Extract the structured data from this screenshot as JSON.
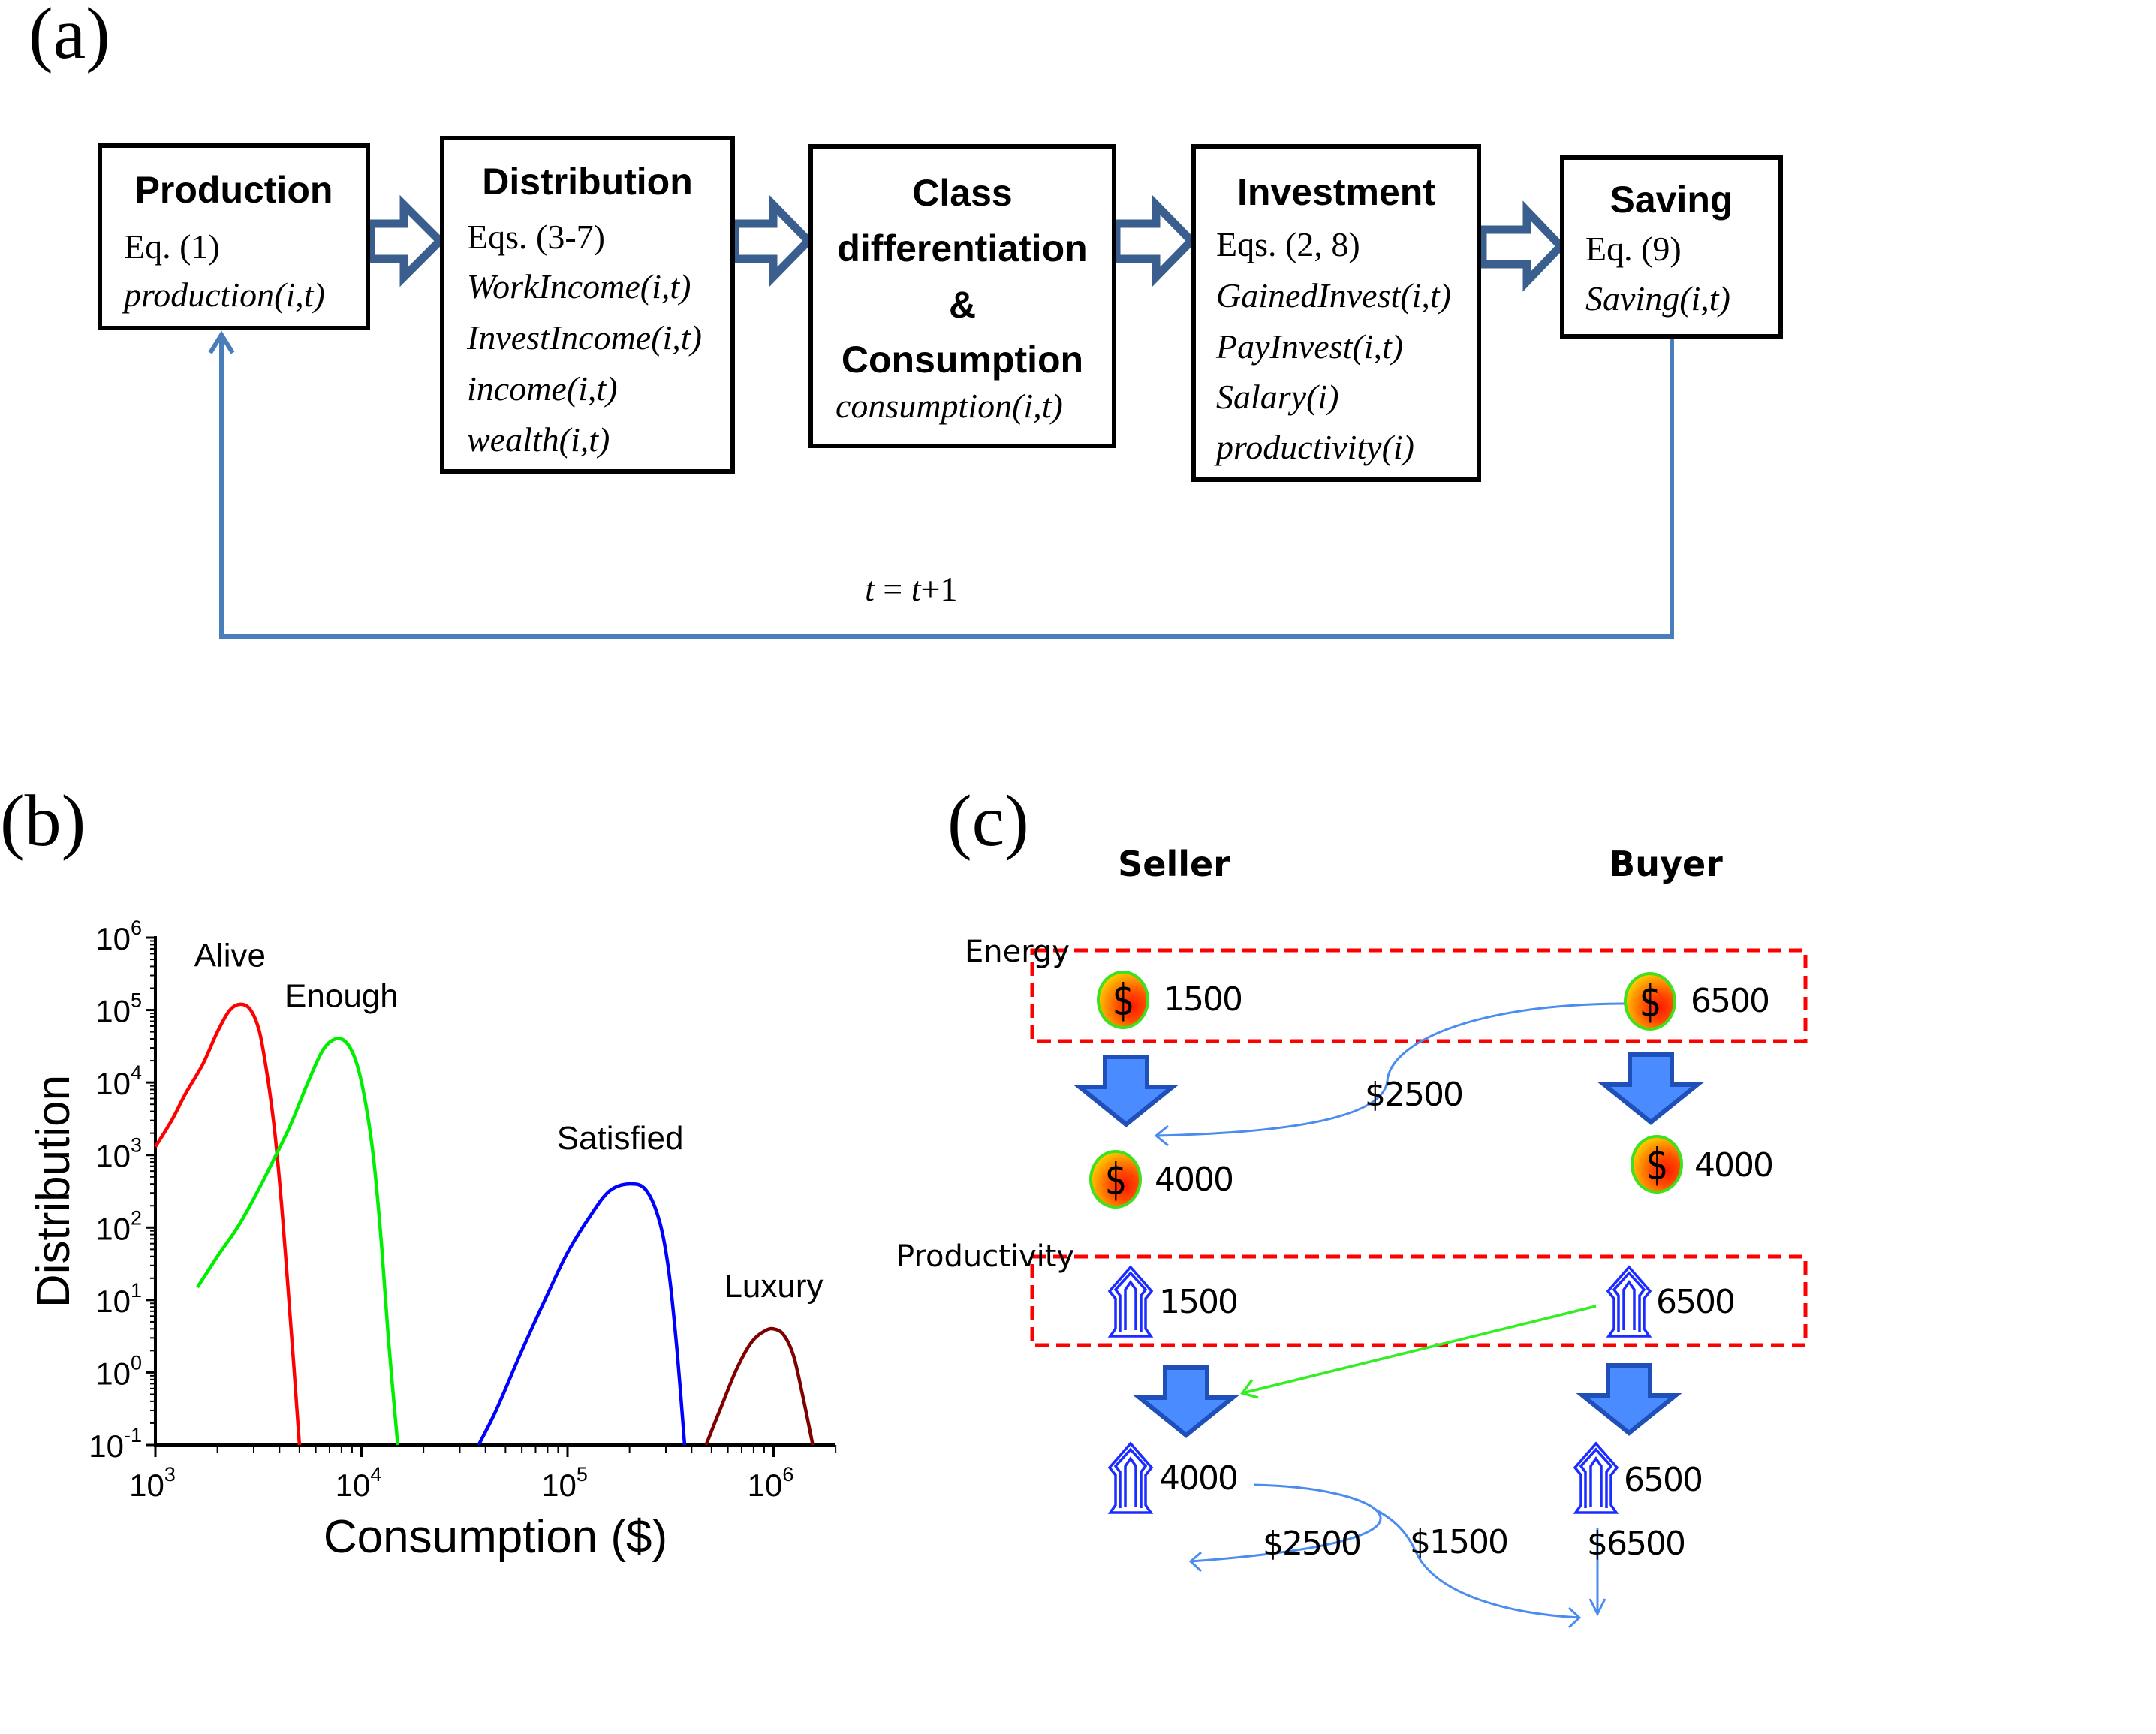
{
  "panel_a": {
    "label": "(a)",
    "boxes": [
      {
        "title": "Production",
        "lines": [
          {
            "text": "Eq. (1)",
            "italic": false
          },
          {
            "text": "production(i,t)",
            "italic": true
          }
        ]
      },
      {
        "title": "Distribution",
        "lines": [
          {
            "text": "Eqs. (3-7)",
            "italic": false
          },
          {
            "text": "WorkIncome(i,t)",
            "italic": true
          },
          {
            "text": "InvestIncome(i,t)",
            "italic": true
          },
          {
            "text": "income(i,t)",
            "italic": true
          },
          {
            "text": "wealth(i,t)",
            "italic": true
          }
        ]
      },
      {
        "title_lines": [
          "Class",
          "differentiation",
          "&",
          "Consumption"
        ],
        "lines": [
          {
            "text": "consumption(i,t)",
            "italic": true
          }
        ]
      },
      {
        "title": "Investment",
        "lines": [
          {
            "text": "Eqs. (2, 8)",
            "italic": false
          },
          {
            "text": "GainedInvest(i,t)",
            "italic": true
          },
          {
            "text": "PayInvest(i,t)",
            "italic": true
          },
          {
            "text": "Salary(i)",
            "italic": true
          },
          {
            "text": "productivity(i)",
            "italic": true
          }
        ]
      },
      {
        "title": "Saving",
        "lines": [
          {
            "text": "Eq. (9)",
            "italic": false
          },
          {
            "text": "Saving(i,t)",
            "italic": true
          }
        ]
      }
    ],
    "loop_label": {
      "lhs": "t",
      "eq": " = ",
      "rhs_var": "t",
      "rhs_rest": "+1"
    },
    "colors": {
      "flow_arrow": "#3a5f8f",
      "loop_line": "#4a7ebb",
      "box_border": "#000000"
    }
  },
  "panel_b": {
    "label": "(b)"
  },
  "chart_data": {
    "type": "line",
    "title": "",
    "xlabel": "Consumption ($)",
    "ylabel": "Distribution",
    "xscale": "log",
    "yscale": "log",
    "xlim": [
      1000,
      2000000
    ],
    "ylim": [
      0.1,
      1000000
    ],
    "xticks": [
      {
        "value": 1000,
        "base": "10",
        "exp": "3"
      },
      {
        "value": 10000,
        "base": "10",
        "exp": "4"
      },
      {
        "value": 100000,
        "base": "10",
        "exp": "5"
      },
      {
        "value": 1000000,
        "base": "10",
        "exp": "6"
      }
    ],
    "yticks": [
      {
        "value": 0.1,
        "base": "10",
        "exp": "-1"
      },
      {
        "value": 1,
        "base": "10",
        "exp": "0"
      },
      {
        "value": 10,
        "base": "10",
        "exp": "1"
      },
      {
        "value": 100,
        "base": "10",
        "exp": "2"
      },
      {
        "value": 1000,
        "base": "10",
        "exp": "3"
      },
      {
        "value": 10000,
        "base": "10",
        "exp": "4"
      },
      {
        "value": 100000,
        "base": "10",
        "exp": "5"
      },
      {
        "value": 1000000,
        "base": "10",
        "exp": "6"
      }
    ],
    "grid": false,
    "legend": "none",
    "series": [
      {
        "name": "Alive",
        "color": "#ff0000",
        "points": [
          [
            1000,
            1300
          ],
          [
            1200,
            3000
          ],
          [
            1400,
            7000
          ],
          [
            1700,
            18000
          ],
          [
            2000,
            50000
          ],
          [
            2300,
            100000
          ],
          [
            2600,
            120000
          ],
          [
            2900,
            100000
          ],
          [
            3200,
            50000
          ],
          [
            3500,
            12000
          ],
          [
            3800,
            2000
          ],
          [
            4100,
            200
          ],
          [
            4400,
            15
          ],
          [
            4700,
            1.2
          ],
          [
            5000,
            0.1
          ]
        ]
      },
      {
        "name": "Enough",
        "color": "#00ee00",
        "points": [
          [
            1600,
            15
          ],
          [
            2000,
            40
          ],
          [
            2500,
            100
          ],
          [
            3000,
            250
          ],
          [
            3700,
            800
          ],
          [
            4500,
            2500
          ],
          [
            5500,
            10000
          ],
          [
            6500,
            28000
          ],
          [
            7500,
            40000
          ],
          [
            8500,
            35000
          ],
          [
            9500,
            18000
          ],
          [
            10500,
            5000
          ],
          [
            11500,
            800
          ],
          [
            12500,
            60
          ],
          [
            13500,
            3
          ],
          [
            15000,
            0.1
          ]
        ]
      },
      {
        "name": "Satisfied",
        "color": "#0000ff",
        "points": [
          [
            37000,
            0.1
          ],
          [
            45000,
            0.3
          ],
          [
            60000,
            2
          ],
          [
            80000,
            12
          ],
          [
            100000,
            45
          ],
          [
            130000,
            150
          ],
          [
            160000,
            320
          ],
          [
            200000,
            400
          ],
          [
            240000,
            330
          ],
          [
            280000,
            120
          ],
          [
            310000,
            25
          ],
          [
            340000,
            2
          ],
          [
            370000,
            0.1
          ]
        ]
      },
      {
        "name": "Luxury",
        "color": "#800000",
        "points": [
          [
            470000,
            0.1
          ],
          [
            560000,
            0.35
          ],
          [
            660000,
            1.1
          ],
          [
            780000,
            2.6
          ],
          [
            900000,
            3.7
          ],
          [
            1000000,
            4.0
          ],
          [
            1120000,
            3.3
          ],
          [
            1250000,
            1.7
          ],
          [
            1380000,
            0.5
          ],
          [
            1550000,
            0.1
          ]
        ]
      }
    ],
    "annotations": [
      {
        "text": "Alive",
        "x": 2300,
        "y": 400000
      },
      {
        "text": "Enough",
        "x": 8000,
        "y": 110000
      },
      {
        "text": "Satisfied",
        "x": 180000,
        "y": 1200
      },
      {
        "text": "Luxury",
        "x": 1000000,
        "y": 11
      }
    ]
  },
  "panel_c": {
    "label": "(c)",
    "headers": {
      "seller": "Seller",
      "buyer": "Buyer"
    },
    "energy": {
      "label": "Energy",
      "seller_before": "1500",
      "buyer_before": "6500",
      "transfer": "$2500",
      "seller_after": "4000",
      "buyer_after": "4000"
    },
    "productivity": {
      "label": "Productivity",
      "seller_before": "1500",
      "buyer_before": "6500",
      "seller_after": "4000",
      "buyer_after": "6500",
      "payments": [
        "$2500",
        "$1500",
        "$6500"
      ]
    },
    "icons": {
      "coin": "dollar-coin-icon",
      "productivity": "tower-icon",
      "step": "down-arrow-icon"
    },
    "colors": {
      "dashed_box": "#ff0000",
      "step_arrow_fill": "#4a8cff",
      "step_arrow_stroke": "#1f4fb8",
      "money_flow": "#4a8cef",
      "productivity_flow": "#33ee22",
      "tower": "#1a2cff"
    }
  }
}
